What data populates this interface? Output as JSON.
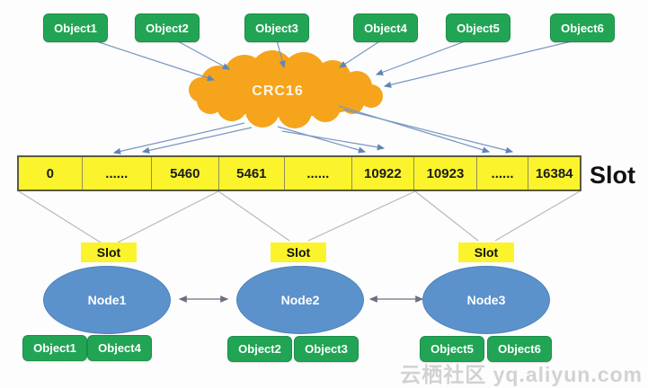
{
  "diagram": {
    "objects_top": [
      "Object1",
      "Object2",
      "Object3",
      "Object4",
      "Object5",
      "Object6"
    ],
    "hash": {
      "label": "CRC16"
    },
    "slot_bar": {
      "cells": [
        "0",
        "......",
        "5460",
        "5461",
        "......",
        "10922",
        "10923",
        "......",
        "16384"
      ],
      "axis_label": "Slot"
    },
    "nodes": [
      {
        "label": "Node1",
        "slot_tag": "Slot",
        "objects": [
          "Object1",
          "Object4"
        ]
      },
      {
        "label": "Node2",
        "slot_tag": "Slot",
        "objects": [
          "Object2",
          "Object3"
        ]
      },
      {
        "label": "Node3",
        "slot_tag": "Slot",
        "objects": [
          "Object5",
          "Object6"
        ]
      }
    ],
    "watermark": "云栖社区 yq.aliyun.com",
    "colors": {
      "object_green": "#22A455",
      "slot_yellow": "#FBF42C",
      "node_blue": "#5B92CC",
      "cloud_orange": "#F5A41C",
      "arrow_blue": "#7596C2"
    }
  }
}
